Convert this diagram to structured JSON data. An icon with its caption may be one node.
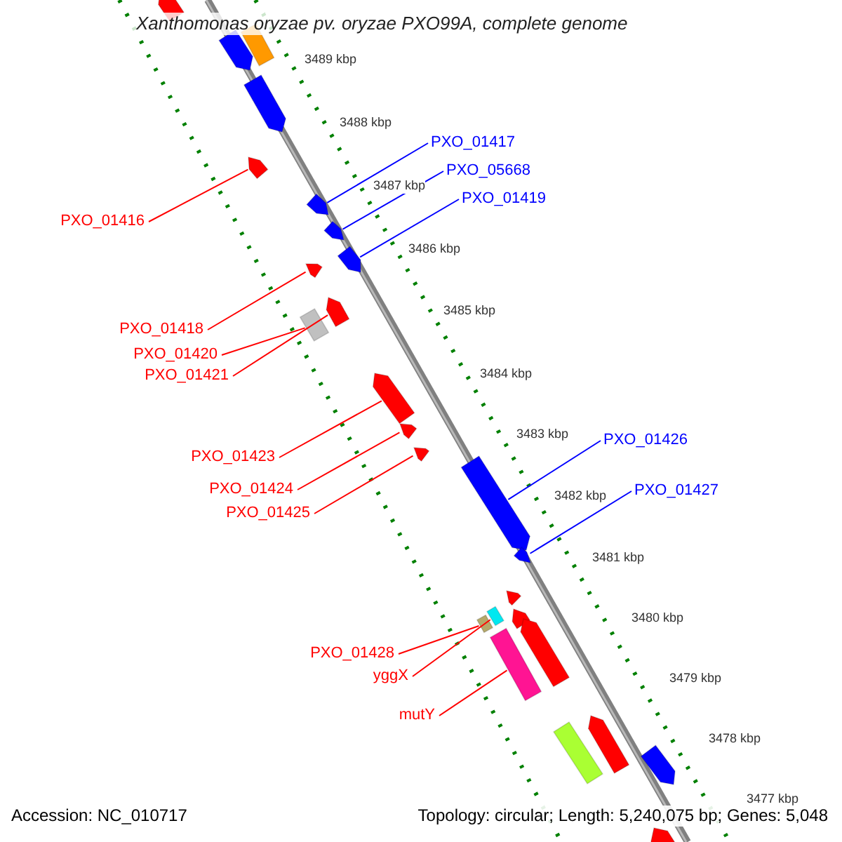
{
  "diagram": {
    "title": "Xanthomonas oryzae pv. oryzae PXO99A, complete genome",
    "nodes": [
      {
        "text": [
          "PXO_01417"
        ]
      },
      {
        "text": [
          "PXO_05668"
        ]
      },
      {
        "text": [
          "PXO_01419"
        ]
      },
      {
        "text": [
          "PXO_01416"
        ]
      },
      {
        "text": [
          "PXO_01418"
        ]
      },
      {
        "text": [
          "PXO_01420"
        ]
      },
      {
        "text": [
          "PXO_01421"
        ]
      },
      {
        "text": [
          "PXO_01426"
        ]
      },
      {
        "text": [
          "PXO_01423"
        ]
      },
      {
        "text": [
          "PXO_01424"
        ]
      },
      {
        "text": [
          "PXO_01427"
        ]
      },
      {
        "text": [
          "PXO_01425"
        ]
      },
      {
        "text": [
          "PXO_01428"
        ]
      },
      {
        "text": [
          "yggX"
        ]
      },
      {
        "text": [
          "mutY"
        ]
      },
      {
        "text": [],
        "shape": "pentagon"
      },
      {
        "text": [],
        "shape": "box"
      },
      {
        "text": [],
        "shape": "pentagon"
      },
      {
        "text": [],
        "shape": "pentagon"
      },
      {
        "text": [],
        "shape": "pentagon"
      },
      {
        "text": [],
        "shape": "pentagon"
      },
      {
        "text": [],
        "shape": "pentagon"
      },
      {
        "text": [],
        "shape": "pentagon"
      },
      {
        "text": [],
        "shape": "pentagon"
      },
      {
        "text": [],
        "shape": "pentagon"
      },
      {
        "text": [],
        "shape": "box"
      },
      {
        "text": [],
        "shape": "pentagon"
      },
      {
        "text": [],
        "shape": "pentagon"
      },
      {
        "text": [],
        "shape": "pentagon"
      },
      {
        "text": [],
        "shape": "pentagon"
      },
      {
        "text": [],
        "shape": "pentagon"
      },
      {
        "text": [],
        "shape": "pentagon"
      },
      {
        "text": [],
        "shape": "box"
      },
      {
        "text": [],
        "shape": "pentagon"
      },
      {
        "text": [],
        "shape": "box"
      },
      {
        "text": [],
        "shape": "pentagon"
      },
      {
        "text": [],
        "shape": "box"
      },
      {
        "text": [],
        "shape": "pentagon"
      },
      {
        "text": [],
        "shape": "box"
      },
      {
        "text": [],
        "shape": "pentagon"
      },
      {
        "text": [],
        "shape": "pentagon"
      }
    ],
    "edges": [
      {
        "from": 3,
        "to": 19,
        "arrow": "none"
      },
      {
        "from": 0,
        "to": 20,
        "arrow": "none",
        "color": "#0000ff"
      },
      {
        "from": 1,
        "to": 21,
        "arrow": "none",
        "color": "#0000ff"
      },
      {
        "from": 2,
        "to": 22,
        "arrow": "none",
        "color": "#0000ff"
      },
      {
        "from": 4,
        "to": 23,
        "arrow": "none"
      },
      {
        "from": 5,
        "to": 25,
        "arrow": "none"
      },
      {
        "from": 6,
        "to": 24,
        "arrow": "none"
      },
      {
        "from": 8,
        "to": 26,
        "arrow": "none"
      },
      {
        "from": 9,
        "to": 27,
        "arrow": "none"
      },
      {
        "from": 11,
        "to": 28,
        "arrow": "none"
      },
      {
        "from": 7,
        "to": 29,
        "arrow": "none",
        "color": "#0000ff"
      },
      {
        "from": 10,
        "to": 30,
        "arrow": "none",
        "color": "#0000ff"
      },
      {
        "from": 12,
        "to": 34,
        "arrow": "none"
      },
      {
        "from": 13,
        "to": 32,
        "arrow": "none"
      },
      {
        "from": 14,
        "to": 36,
        "arrow": "none"
      }
    ],
    "labels": [
      "3489 kbp",
      "3488 kbp",
      "3487 kbp",
      "3486 kbp",
      "3485 kbp",
      "3484 kbp",
      "3483 kbp",
      "3482 kbp",
      "3481 kbp",
      "3480 kbp",
      "3479 kbp",
      "3478 kbp",
      "3477 kbp",
      "Accession: NC_010717",
      "Topology: circular; Length: 5,240,075 bp; Genes: 5,048"
    ]
  }
}
